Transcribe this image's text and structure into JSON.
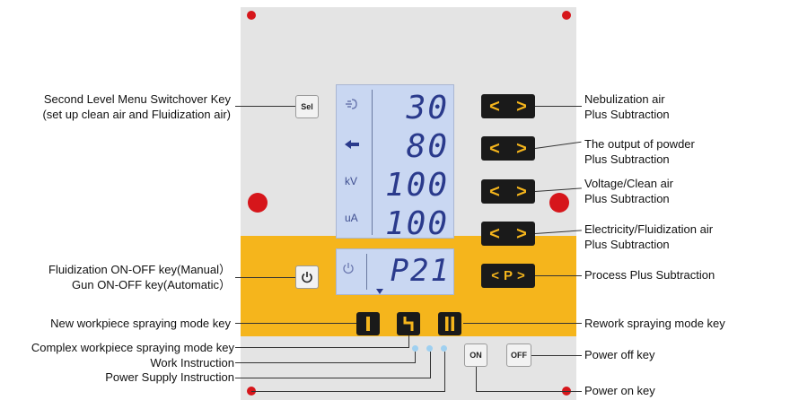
{
  "panel": {
    "lcd": {
      "icons": {
        "air": "air-icon",
        "powder": "powder-icon",
        "power": "power-icon"
      },
      "unit_kv": "kV",
      "unit_ua": "uA",
      "readout_1": "30",
      "readout_2": "80",
      "readout_3": "100",
      "readout_4": "100",
      "program": "P21"
    },
    "keys": {
      "sel": "Sel",
      "p_key": "P",
      "on": "ON",
      "off": "OFF"
    }
  },
  "labels": {
    "sel_1": "Second Level Menu Switchover Key",
    "sel_2": "(set up clean air and Fluidization air)",
    "fluid_1": "Fluidization ON-OFF key(Manual）",
    "fluid_2": "Gun ON-OFF key(Automatic）",
    "new_mode": "New workpiece spraying mode key",
    "complex_mode": "Complex workpiece spraying mode key",
    "work": "Work Instruction",
    "supply": "Power Supply Instruction",
    "neb_1": "Nebulization  air",
    "neb_2": "Plus  Subtraction",
    "powder_1": "The output of powder",
    "powder_2": "Plus  Subtraction",
    "volt_1": "Voltage/Clean air",
    "volt_2": "Plus  Subtraction",
    "elec_1": "Electricity/Fluidization air",
    "elec_2": "Plus  Subtraction",
    "process": "Process Plus Subtraction",
    "rework": "Rework spraying mode key",
    "off_key": "Power off key",
    "on_key": "Power on key"
  },
  "colors": {
    "panel": "#e4e4e4",
    "accent": "#f5b51c",
    "lcd": "#c9d7f2",
    "dot": "#d6161b"
  }
}
